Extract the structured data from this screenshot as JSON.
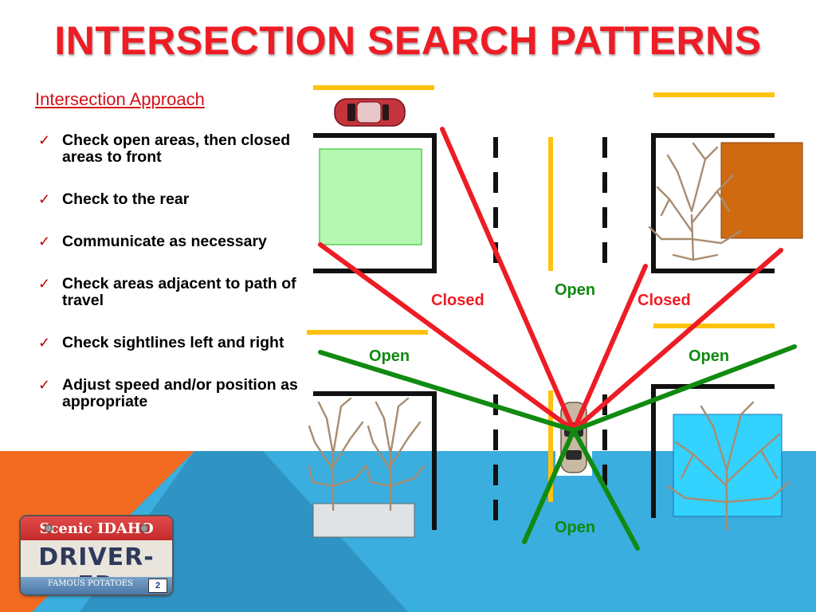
{
  "slide": {
    "title": "Intersection Search Patterns",
    "colors": {
      "title": "#ee1c24",
      "orange": "#f26b21",
      "blue": "#3aaede",
      "red_line": "#ee1c24",
      "green_line": "#118a11",
      "yellow_line": "#ffc20e"
    }
  },
  "approach": {
    "heading": "Intersection Approach",
    "items": [
      "Check open areas, then closed areas to front",
      "Check to the rear",
      "Communicate as necessary",
      "Check areas adjacent to path of travel",
      "Check sightlines left and right",
      "Adjust speed and/or position as appropriate"
    ],
    "check_icon": "✓"
  },
  "diagram": {
    "labels": {
      "closed_left": "Closed",
      "open_center": "Open",
      "closed_right": "Closed",
      "open_left": "Open",
      "open_right": "Open",
      "open_bottom": "Open"
    },
    "icons": [
      "car-icon",
      "tree-icon",
      "building-icon"
    ]
  },
  "plate": {
    "state": "Scenic IDAHO",
    "main": "DRIVER-ED",
    "motto": "FAMOUS POTATOES",
    "sticker": "2"
  }
}
